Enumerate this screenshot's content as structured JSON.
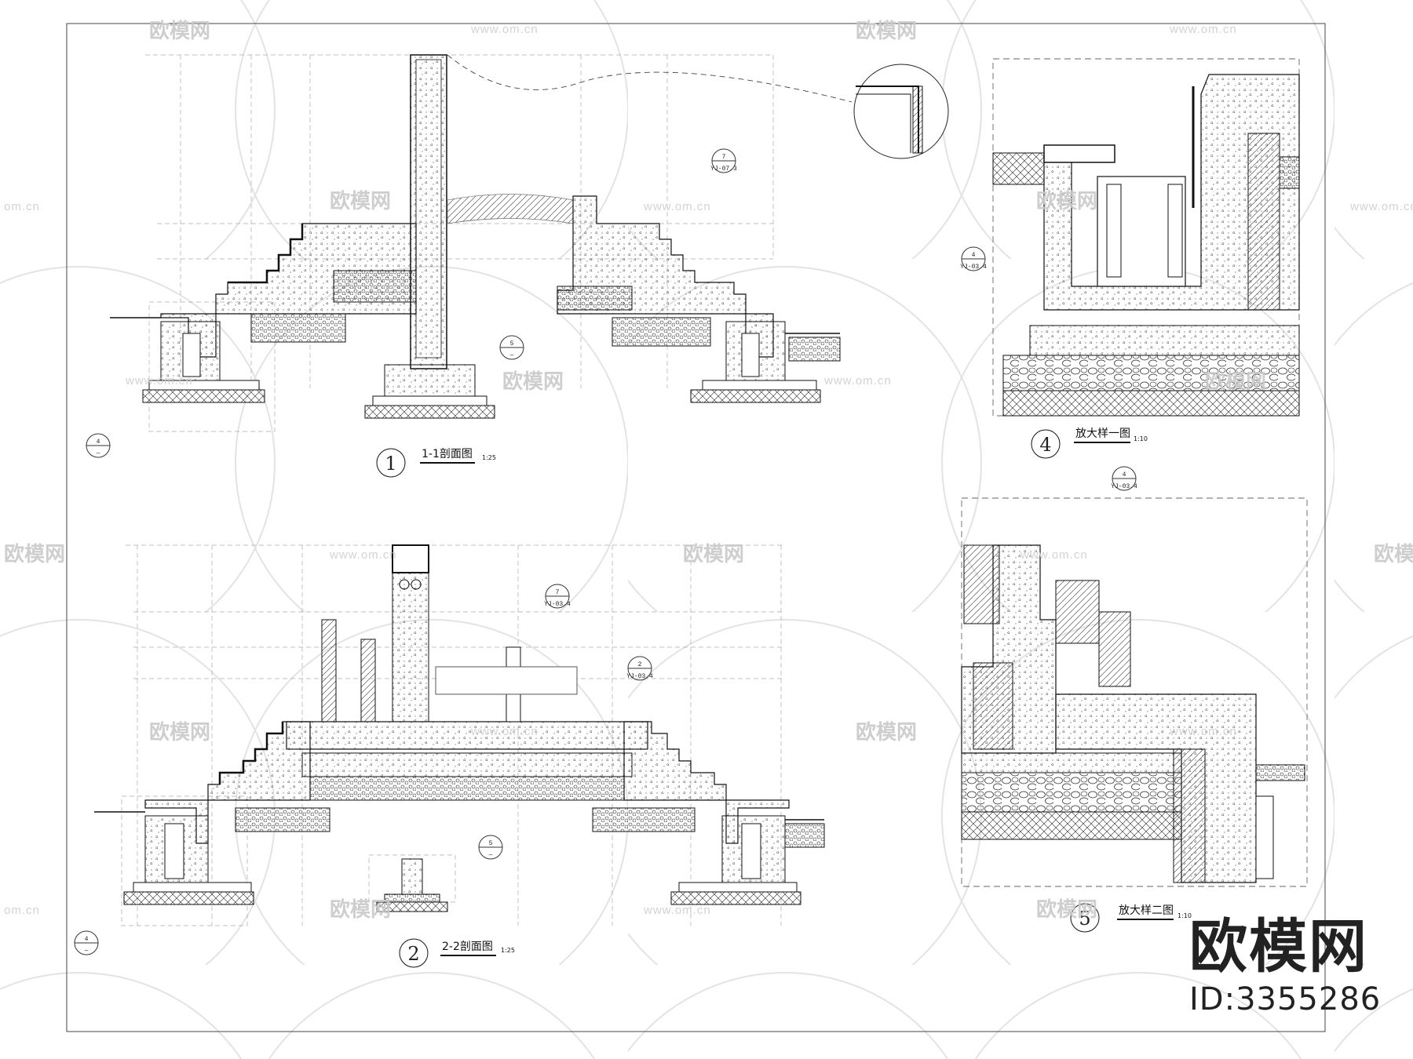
{
  "drawings": [
    {
      "key": "d1",
      "number": "1",
      "title": "1-1剖面图",
      "scale": "1:25"
    },
    {
      "key": "d2",
      "number": "2",
      "title": "2-2剖面图",
      "scale": "1:25"
    },
    {
      "key": "d4",
      "number": "4",
      "title": "放大样一图",
      "scale": "1:10"
    },
    {
      "key": "d5",
      "number": "5",
      "title": "放大样二图",
      "scale": "1:10"
    }
  ],
  "refs": {
    "r7a": {
      "top": "7",
      "bottom": "YJ-07.3"
    },
    "r4a": {
      "top": "4",
      "bottom": "YJ-03.4"
    },
    "r4b": {
      "top": "4",
      "bottom": "YJ-03.4"
    },
    "r5a": {
      "top": "5",
      "bottom": "—"
    },
    "r4c": {
      "top": "4",
      "bottom": "—"
    },
    "r7b": {
      "top": "7",
      "bottom": "YJ-03.4"
    },
    "r2b": {
      "top": "2",
      "bottom": "YJ-03.4"
    },
    "r5b": {
      "top": "5",
      "bottom": "—"
    },
    "r4d": {
      "top": "4",
      "bottom": "—"
    }
  },
  "watermark": {
    "logo_text": "欧模网",
    "url_text": "www.om.cn",
    "short_url": "om.cn"
  },
  "brand": {
    "logo": "欧模网",
    "id": "ID:3355286"
  }
}
